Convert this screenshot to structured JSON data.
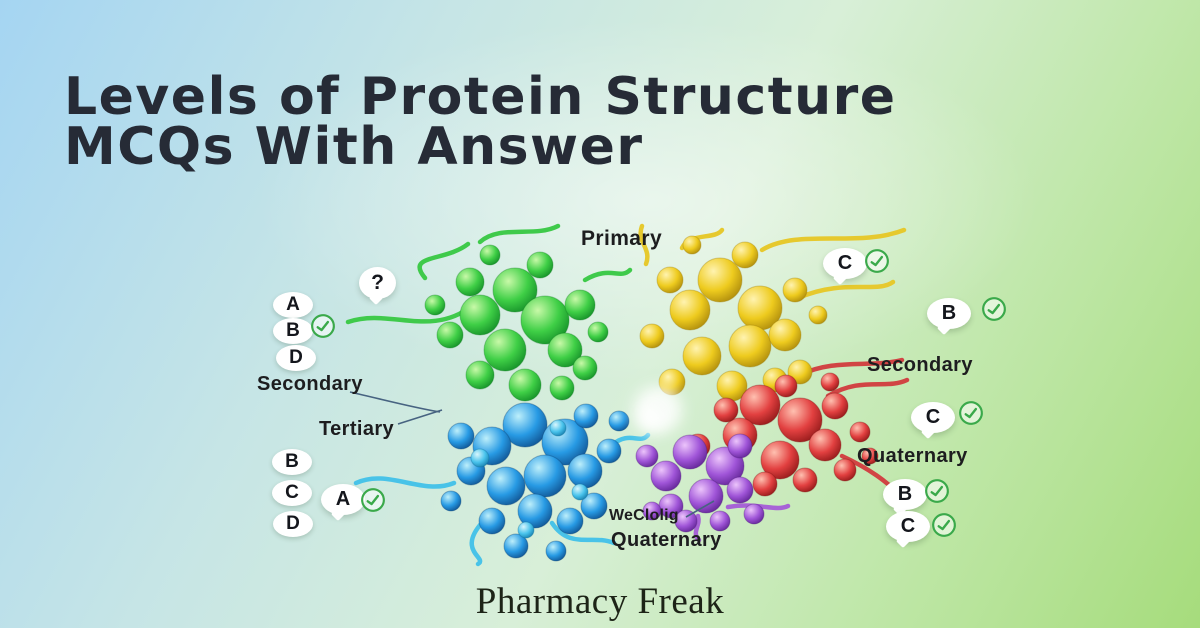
{
  "title": {
    "line1": "Levels of Protein Structure",
    "line2": "MCQs With Answer"
  },
  "brand": {
    "name": "Pharmacy Freak"
  },
  "colors": {
    "title_text": "#262b36",
    "check_green": "#3aa94a",
    "background_top_left": "#a5d5f2",
    "background_bottom_right": "#a6dc7c",
    "protein_green": "#2fbe3c",
    "protein_yellow": "#e9c91f",
    "protein_blue": "#2192dc",
    "protein_red": "#d93a3a",
    "protein_purple": "#9a4ed2"
  },
  "diagram": {
    "question_mark": "?",
    "labels": {
      "primary": "Primary",
      "secondary_left": "Secondary",
      "tertiary": "Tertiary",
      "secondary_right": "Secondary",
      "quaternary_right": "Quaternary",
      "garbled": "WeClolig",
      "quaternary_bottom": "Quaternary"
    },
    "mcq": {
      "left_top": [
        {
          "letter": "A",
          "checked": false
        },
        {
          "letter": "B",
          "checked": true
        },
        {
          "letter": "D",
          "checked": false
        }
      ],
      "left_bottom": [
        {
          "letter": "B",
          "checked": false
        },
        {
          "letter": "C",
          "checked": false
        },
        {
          "letter": "D",
          "checked": false
        }
      ],
      "left_bottom_answer": {
        "letter": "A",
        "checked": true
      },
      "right": [
        {
          "letter": "C",
          "checked": true
        },
        {
          "letter": "B",
          "checked": true
        },
        {
          "letter": "C",
          "checked": true
        },
        {
          "letter": "B",
          "checked": true
        },
        {
          "letter": "C",
          "checked": true
        }
      ]
    }
  }
}
